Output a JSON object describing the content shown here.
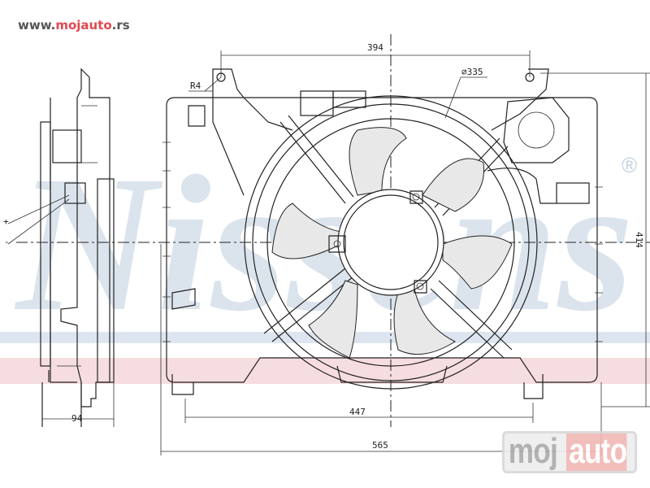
{
  "header": {
    "url_prefix": "www.",
    "url_brand": "mojauto",
    "url_suffix": ".rs"
  },
  "watermark": {
    "text": "Nissens",
    "registered": "®"
  },
  "dimensions": {
    "mount_spacing": "394",
    "radius": "R4",
    "fan_diameter": "⌀335",
    "height": "414",
    "bottom_mount_spacing": "447",
    "overall_width": "565",
    "depth": "94"
  },
  "connector": {
    "plus": "+",
    "minus": "-"
  },
  "logo": {
    "part1": "moj",
    "part2": "auto"
  },
  "colors": {
    "brand_red": "#e04850",
    "watermark_blue": "#c9d6e6",
    "band_pink": "#f6dde0"
  }
}
